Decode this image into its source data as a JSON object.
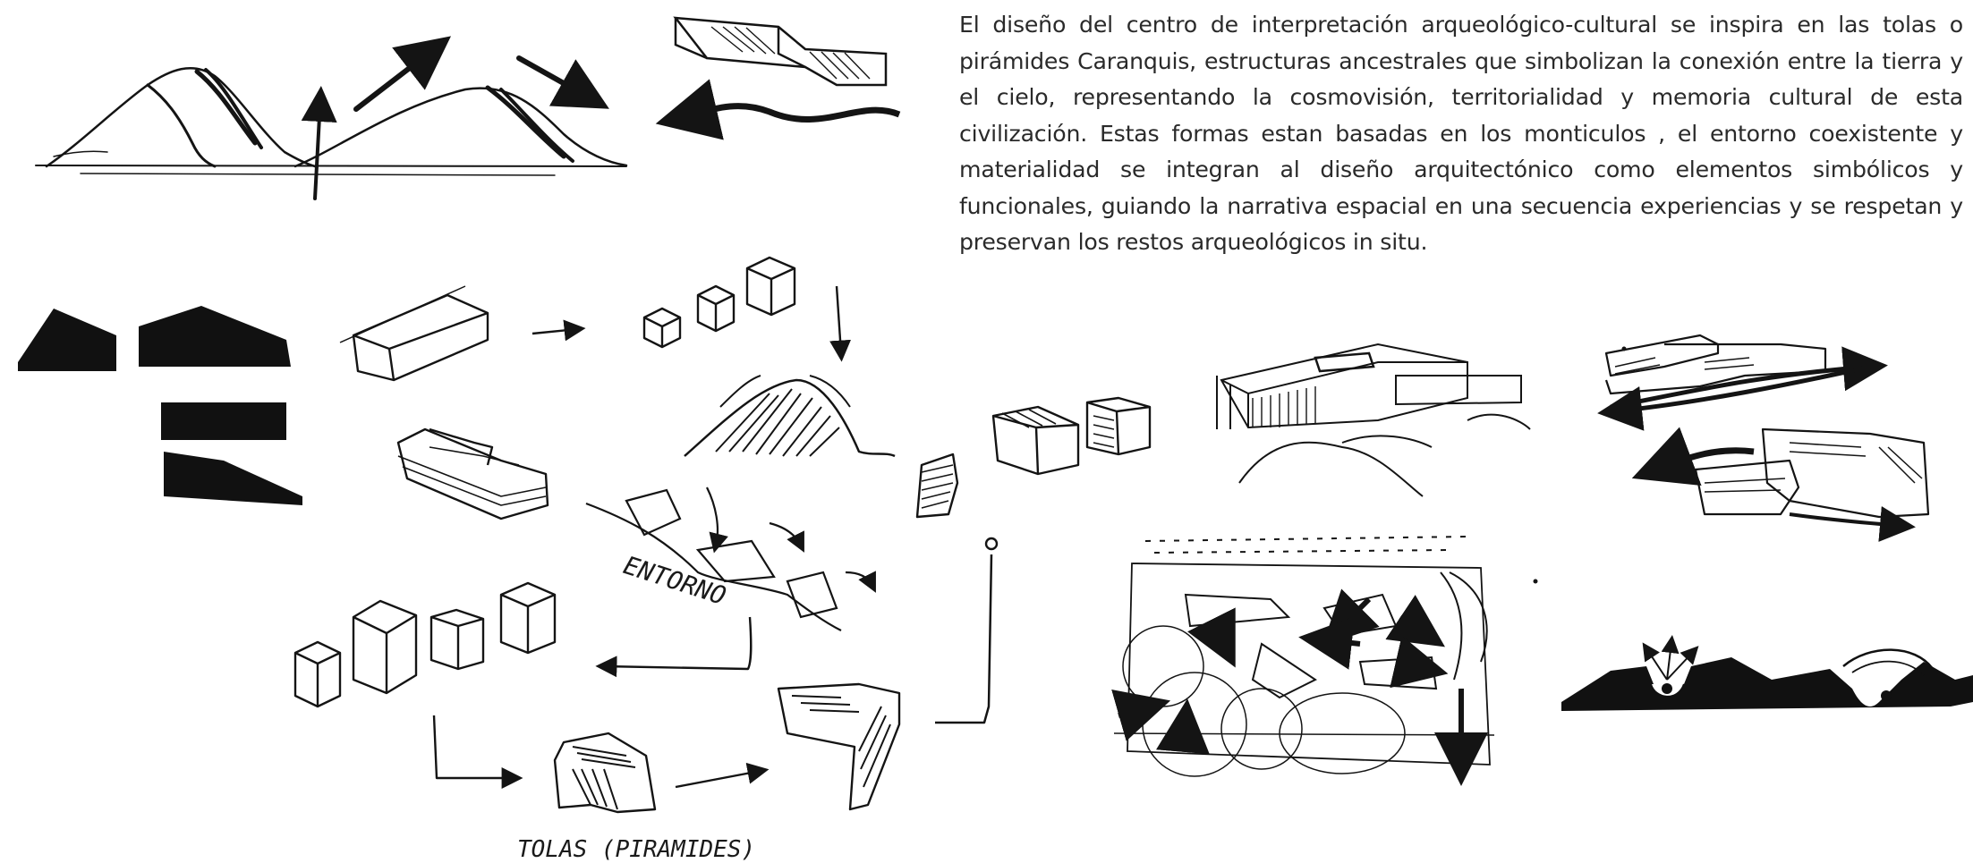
{
  "description": "El diseño del centro de interpretación arqueológico-cultural se inspira en las tolas o pirámides Caranquis, estructuras ancestrales que simbolizan la conexión entre la tierra y el cielo, representando la cosmovisión, territorialidad y memoria cultural de esta civilización. Estas formas estan basadas en los monticulos , el entorno coexistente y materialidad  se integran al diseño arquitectónico como elementos simbólicos y funcionales, guiando la narrativa espacial en una secuencia experiencias y se respetan y preservan los restos arqueológicos in situ.",
  "sketch_labels": {
    "entorno": "ENTORNO",
    "tolas": "TOLAS (PIRAMIDES)"
  },
  "colors": {
    "ink": "#141414",
    "text": "#2a2a2a",
    "background": "#ffffff"
  }
}
